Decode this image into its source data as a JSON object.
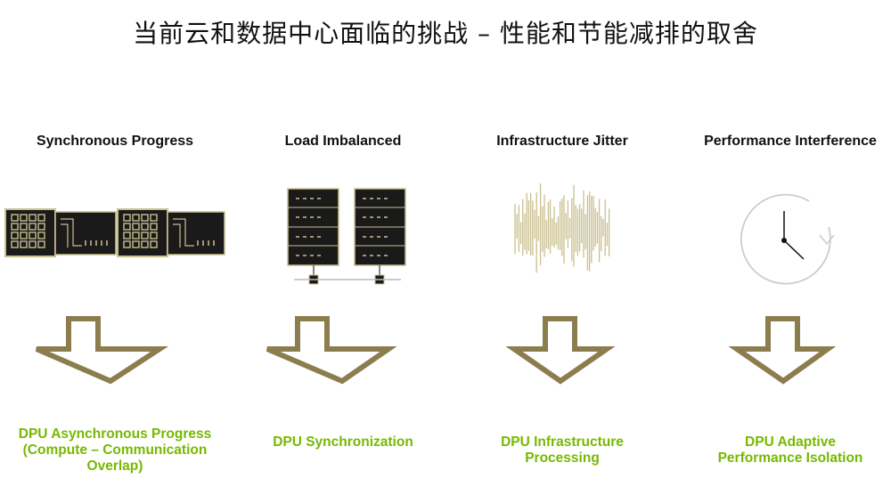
{
  "title": "当前云和数据中心面临的挑战 – 性能和节能减排的取舍",
  "colors": {
    "accent": "#76b900",
    "arrow": "#8b7d4e",
    "chip": "#1a1a1a",
    "gold": "#c9bf8f"
  },
  "columns": [
    {
      "heading": "Synchronous Progress",
      "icon": "gpu-board-icon",
      "result_lines": [
        "DPU Asynchronous Progress",
        "(Compute – Communication",
        "Overlap)"
      ]
    },
    {
      "heading": "Load Imbalanced",
      "icon": "server-racks-icon",
      "result_lines": [
        "DPU Synchronization"
      ]
    },
    {
      "heading": "Infrastructure Jitter",
      "icon": "jitter-signal-icon",
      "result_lines": [
        "DPU Infrastructure",
        "Processing"
      ]
    },
    {
      "heading": "Performance Interference",
      "icon": "clock-icon",
      "result_lines": [
        "DPU Adaptive",
        "Performance Isolation"
      ]
    }
  ]
}
